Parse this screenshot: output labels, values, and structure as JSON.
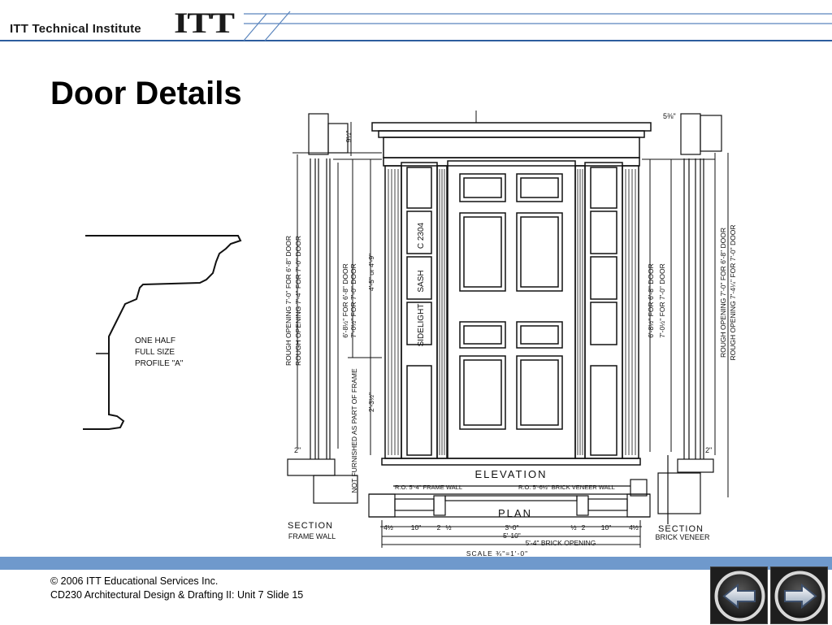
{
  "header": {
    "brand": "ITT Technical Institute",
    "logo_text": "ITT"
  },
  "slide": {
    "title": "Door Details"
  },
  "drawing": {
    "profile_label": [
      "ONE HALF",
      "FULL SIZE",
      "PROFILE \"A\""
    ],
    "elevation_label": "ELEVATION",
    "plan_label": "PLAN",
    "section_left": [
      "SECTION",
      "FRAME WALL"
    ],
    "section_right": [
      "SECTION",
      "BRICK VENEER"
    ],
    "panel_labels": [
      "C 2304",
      "SASH",
      "SIDELIGHT"
    ],
    "dims": {
      "top_right": "5⅜\"",
      "head": "9¼\"",
      "rough_left": "ROUGH OPENING 7'-0\" FOR 6'-8\" DOOR",
      "rough_left_2": "ROUGH OPENING 7'-4\" FOR 7'-0\" DOOR",
      "door_left": "6'-8½\" FOR 6'-8\" DOOR",
      "door_left_2": "7'-0½\" FOR 7'-0\" DOOR",
      "sidelight": "4'-5\" or 4'-9\"",
      "lower": "2'-3½\"",
      "not_furnished": "NOT FURNISHED AS PART OF FRAME",
      "door_right": "6'-8½\" FOR 6'-8\" DOOR",
      "door_right_2": "7'-0½\" FOR 7'-0\" DOOR",
      "rough_right": "ROUGH OPENING 7'-0\" FOR 6'-8\" DOOR",
      "rough_right_2": "ROUGH OPENING 7'-4¼\" FOR 7'-0\" DOOR",
      "sill_left": "2\"",
      "sill_right": "2\"",
      "ro_frame": "R.O. 5'-4\" FRAME WALL",
      "ro_brick": "R.O. 5'-6½\" BRICK VENEER WALL",
      "plan_dims": [
        "4½",
        "10\"",
        "2",
        "½",
        "3'-0\"",
        "½",
        "2",
        "10\"",
        "4½"
      ],
      "overall": "5'-10\"",
      "brick_opening": "5'-4\" BRICK OPENING",
      "scale": "SCALE ¾\"=1'-0\""
    }
  },
  "footer": {
    "copyright": "© 2006 ITT Educational Services Inc.",
    "course": "CD230 Architectural Design & Drafting II: Unit 7 Slide 15"
  },
  "nav": {
    "prev_icon": "left-arrow-icon",
    "next_icon": "right-arrow-icon"
  }
}
